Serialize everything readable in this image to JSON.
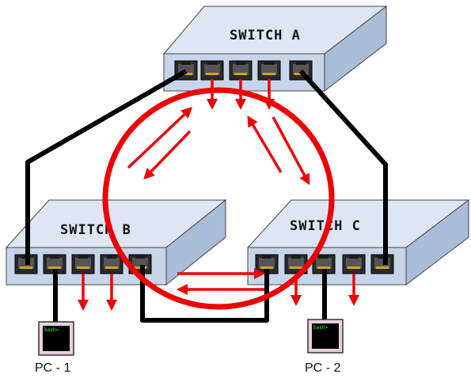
{
  "switches": [
    {
      "id": "a",
      "label": "SWITCH A"
    },
    {
      "id": "b",
      "label": "SWITCH B"
    },
    {
      "id": "c",
      "label": "SWITCH C"
    }
  ],
  "pcs": [
    {
      "id": "pc1",
      "label": "PC - 1",
      "screen_text": "bash>"
    },
    {
      "id": "pc2",
      "label": "PC - 2",
      "screen_text": "bash>"
    }
  ],
  "colors": {
    "switch_top": "#dde6f2",
    "switch_front": "#c7d5ea",
    "switch_side": "#a9bcd8",
    "cable": "#000000",
    "loop": "#ee0000",
    "pc_case": "#e9cfe0"
  }
}
